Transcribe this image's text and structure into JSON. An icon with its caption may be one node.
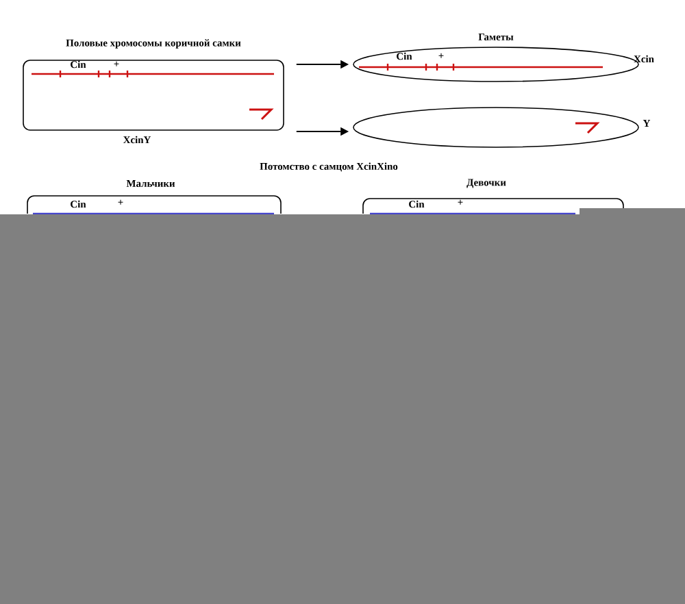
{
  "diagram": {
    "nodes": [
      {
        "text": [
          "Половые хромосомы коричной самки"
        ],
        "beside": [
          "XcinY"
        ]
      },
      {
        "text": [
          "Гаметы"
        ],
        "beside": [
          "Xcin"
        ]
      },
      {
        "text": [],
        "beside": [
          "Y"
        ],
        "shape": "ellipse"
      },
      {
        "text": [
          "Мальчики"
        ]
      },
      {
        "text": [
          "Девочки"
        ]
      }
    ],
    "edges": [
      {
        "from": 0,
        "to": 1,
        "arrow": "to"
      },
      {
        "from": 0,
        "to": 2,
        "arrow": "to"
      }
    ],
    "labels": [
      "Cin",
      "+",
      "Cin",
      "+",
      "Потомство с самцом XcinXino",
      "Cin",
      "+",
      "Cin",
      "+"
    ]
  }
}
